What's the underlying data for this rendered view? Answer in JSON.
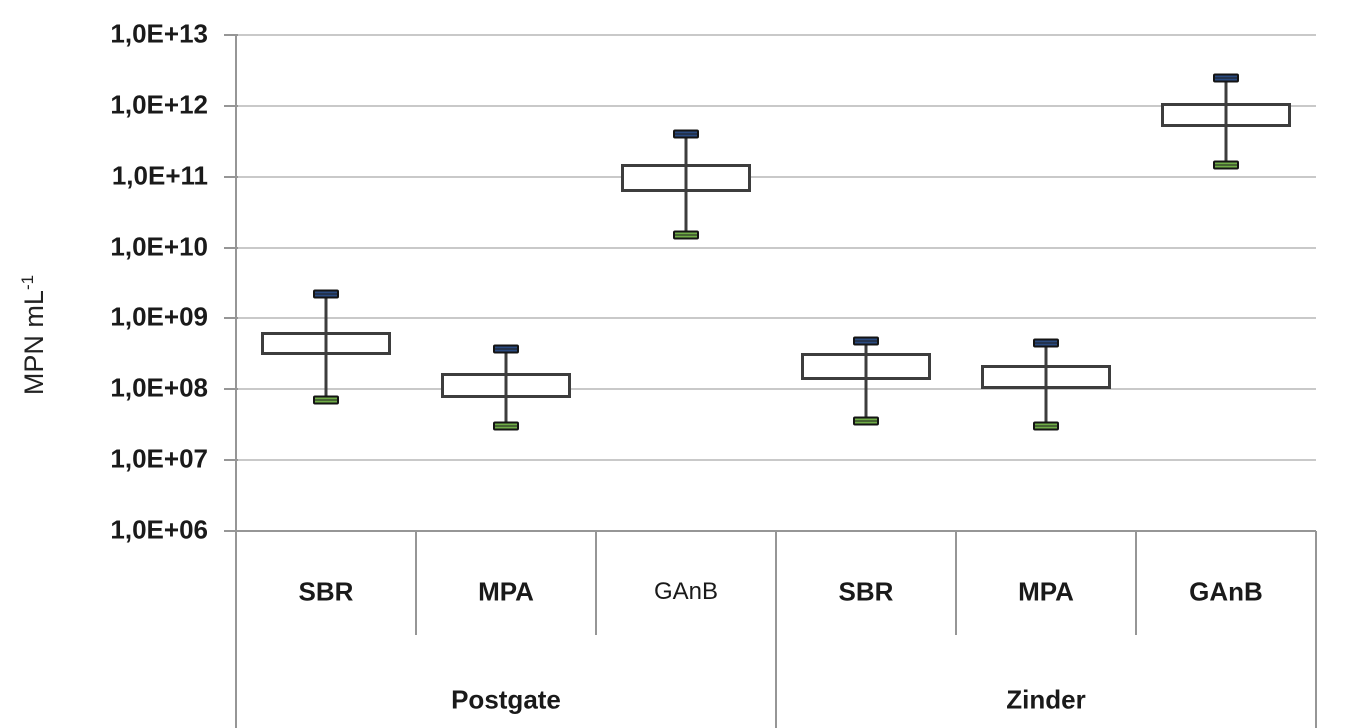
{
  "chart_data": {
    "type": "box",
    "title": "",
    "ylabel": {
      "text": "MPN mL",
      "superscript": "-1"
    },
    "yaxis": {
      "scale": "log",
      "min": 1000000.0,
      "max": 10000000000000.0,
      "tick_labels": [
        "1,0E+13",
        "1,0E+12",
        "1,0E+11",
        "1,0E+10",
        "1,0E+09",
        "1,0E+08",
        "1,0E+07",
        "1,0E+06"
      ]
    },
    "legend": "none",
    "grid": "horizontal",
    "groups": [
      {
        "label": "Postgate",
        "boxes": [
          {
            "category": "SBR",
            "light": false,
            "whisker_low": 70000000.0,
            "box_low": 300000000.0,
            "box_high": 650000000.0,
            "whisker_high": 2200000000.0
          },
          {
            "category": "MPA",
            "light": false,
            "whisker_low": 30000000.0,
            "box_low": 75000000.0,
            "box_high": 170000000.0,
            "whisker_high": 370000000.0
          },
          {
            "category": "GAnB",
            "light": true,
            "whisker_low": 15000000000.0,
            "box_low": 60000000000.0,
            "box_high": 150000000000.0,
            "whisker_high": 400000000000.0
          }
        ]
      },
      {
        "label": "Zinder",
        "boxes": [
          {
            "category": "SBR",
            "light": false,
            "whisker_low": 36000000.0,
            "box_low": 135000000.0,
            "box_high": 320000000.0,
            "whisker_high": 480000000.0
          },
          {
            "category": "MPA",
            "light": false,
            "whisker_low": 30000000.0,
            "box_low": 100000000.0,
            "box_high": 220000000.0,
            "whisker_high": 450000000.0
          },
          {
            "category": "GAnB",
            "light": false,
            "whisker_low": 145000000000.0,
            "box_low": 500000000000.0,
            "box_high": 1100000000000.0,
            "whisker_high": 2500000000000.0
          }
        ]
      }
    ],
    "colors": {
      "whisker_top_cap": "#2a4a80",
      "whisker_bottom_cap": "#70ad47",
      "box_border": "#3d3d3d",
      "box_fill": "#ffffff",
      "gridline": "#c9c9c9",
      "axis": "#969696",
      "text": "#1a1a1a"
    }
  }
}
